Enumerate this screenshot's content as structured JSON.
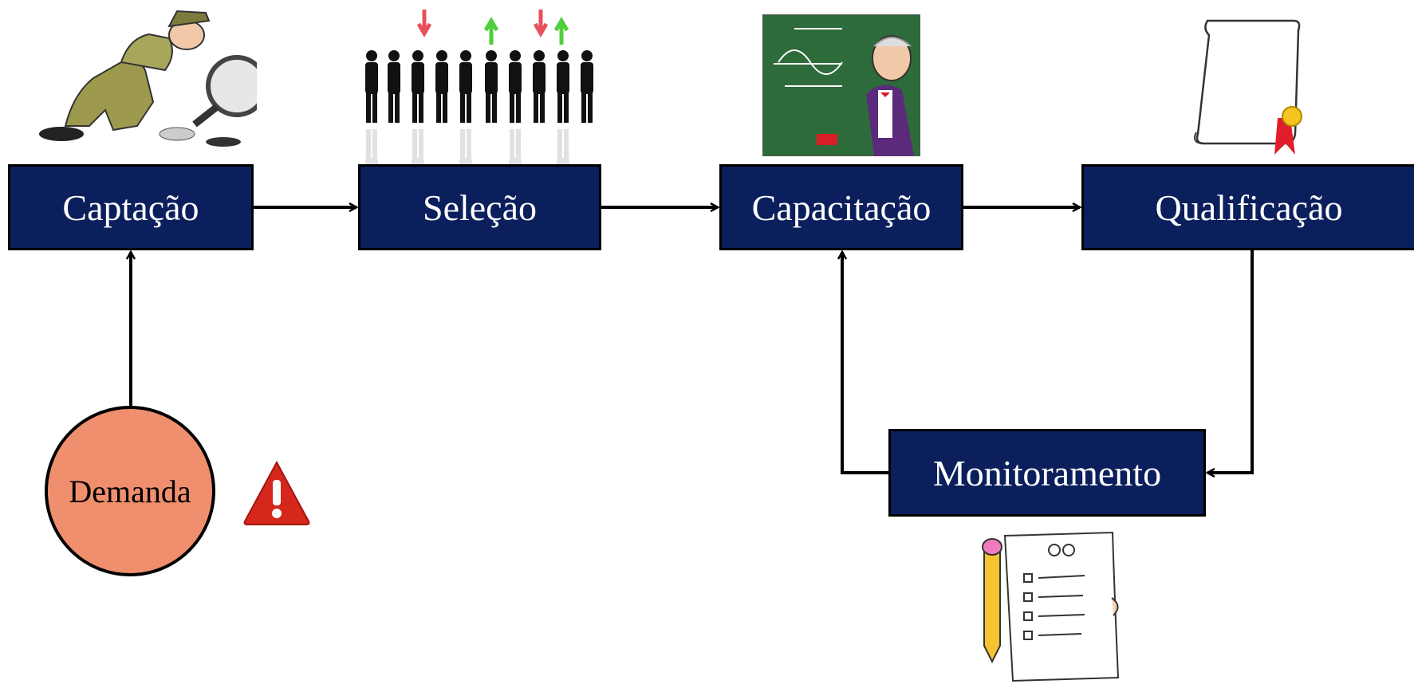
{
  "nodes": {
    "captacao": "Captação",
    "selecao": "Seleção",
    "capacitacao": "Capacitação",
    "qualificacao": "Qualificação",
    "monitoramento": "Monitoramento",
    "demanda": "Demanda"
  },
  "colors": {
    "box_fill": "#0b1f5c",
    "circle_fill": "#ef8f6e",
    "arrow": "#000000"
  },
  "icons": {
    "captacao": "detective-magnifier-icon",
    "selecao": "people-selection-icon",
    "capacitacao": "teacher-blackboard-icon",
    "qualificacao": "certificate-scroll-icon",
    "monitoramento": "checklist-pencil-icon",
    "demanda": "warning-icon"
  }
}
